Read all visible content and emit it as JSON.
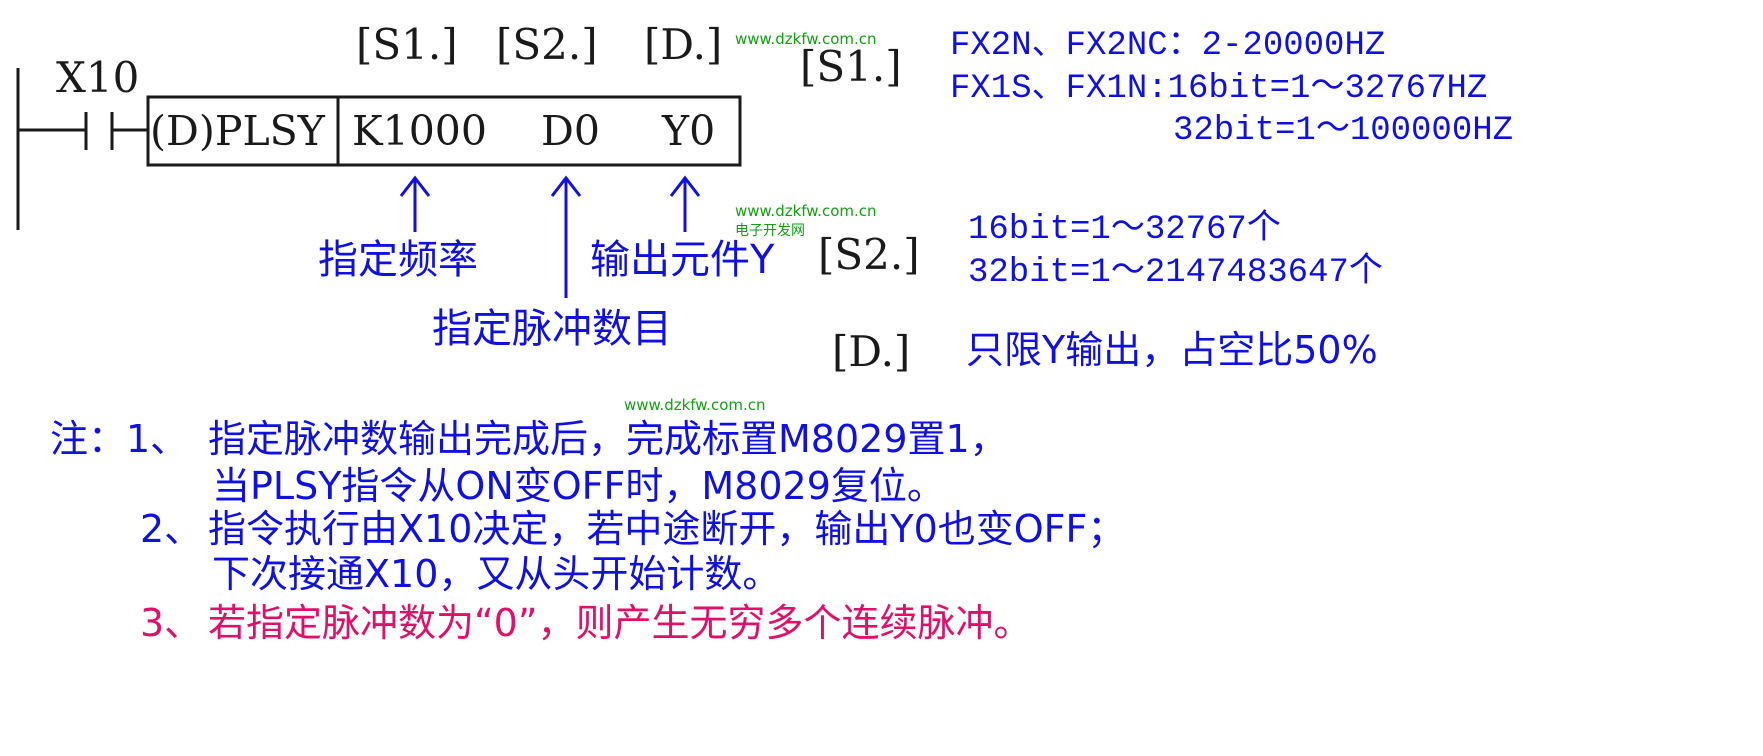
{
  "ladder": {
    "contact_label": "X10",
    "instruction": "(D)PLSY",
    "operand_s1": "K1000",
    "operand_s2": "D0",
    "operand_d": "Y0",
    "header_s1": "[S1.]",
    "header_s2": "[S2.]",
    "header_d": "[D.]"
  },
  "annotations": {
    "freq": "指定频率",
    "pulse_count": "指定脉冲数目",
    "output": "输出元件Y"
  },
  "specs": {
    "s1_label": "[S1.]",
    "s1_line1": "FX2N、FX2NC：2-20000HZ",
    "s1_line2": "FX1S、FX1N:16bit=1～32767HZ",
    "s1_line3": "32bit=1～100000HZ",
    "s2_label": "[S2.]",
    "s2_line1": "16bit=1～32767个",
    "s2_line2": "32bit=1～2147483647个",
    "d_label": "[D.]",
    "d_line": "只限Y输出，占空比50%"
  },
  "watermarks": {
    "top": "www.dzkfw.com.cn",
    "mid": "www.dzkfw.com.cn",
    "mid_cn": "电子开发网",
    "bottom": "www.dzkfw.com.cn"
  },
  "notes": {
    "prefix": "注：1、",
    "n1_line1": "指定脉冲数输出完成后，完成标置M8029置1，",
    "n1_line2": "当PLSY指令从ON变OFF时，M8029复位。",
    "n2_num": "2、",
    "n2_line1": "指令执行由X10决定，若中途断开，输出Y0也变OFF；",
    "n2_line2": "下次接通X10，又从头开始计数。",
    "n3_num": "3、",
    "n3_line": "若指定脉冲数为“0”，则产生无穷多个连续脉冲。"
  },
  "colors": {
    "ladder": "#1a1a1a",
    "annotation": "#1010e0",
    "note_highlight": "#e0106a",
    "watermark": "#12a012"
  }
}
